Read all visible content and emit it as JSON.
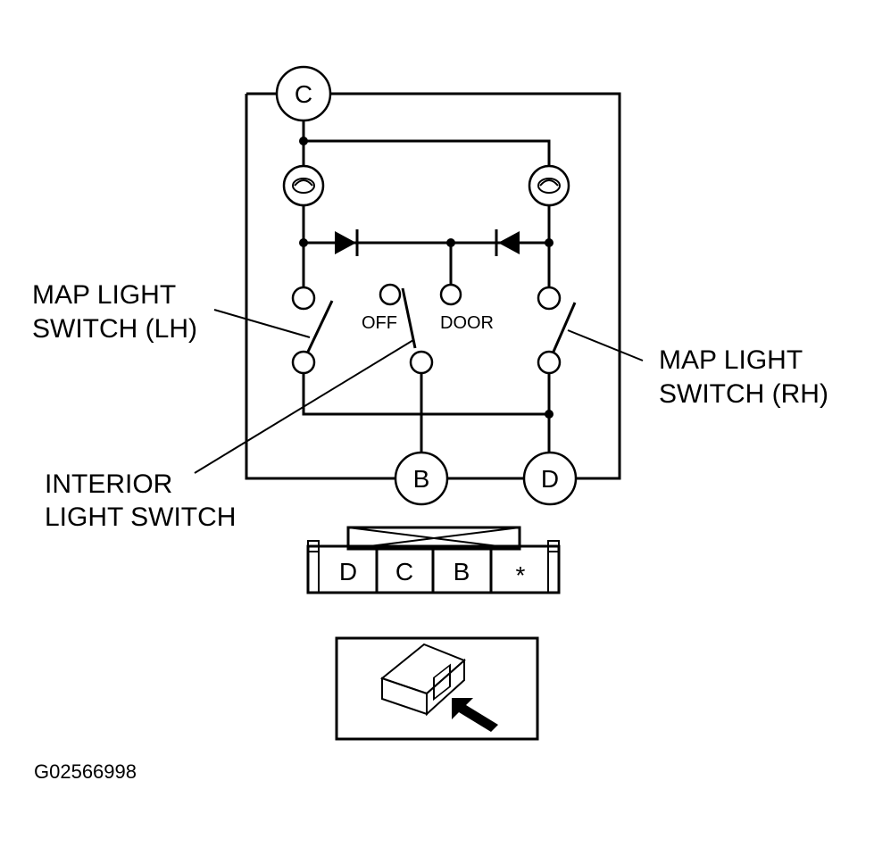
{
  "nodes": {
    "top": "C",
    "bottom_left": "B",
    "bottom_right": "D"
  },
  "labels": {
    "map_lh_line1": "MAP LIGHT",
    "map_lh_line2": "SWITCH (LH)",
    "map_rh_line1": "MAP LIGHT",
    "map_rh_line2": "SWITCH (RH)",
    "interior_line1": "INTERIOR",
    "interior_line2": "LIGHT SWITCH",
    "off": "OFF",
    "door": "DOOR"
  },
  "connector": {
    "cells": [
      "D",
      "C",
      "B",
      "*"
    ]
  },
  "figure_id": "G02566998"
}
